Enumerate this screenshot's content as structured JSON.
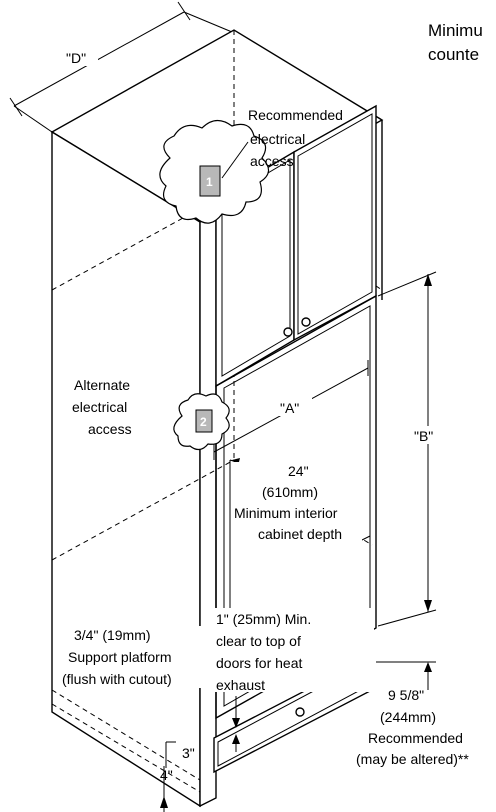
{
  "heading": {
    "line1": "Minimu",
    "line2": "counte"
  },
  "dimensions": {
    "D": "\"D\"",
    "A": "\"A\"",
    "B": "\"B\""
  },
  "callouts": {
    "recommended_electrical": [
      "Recommended",
      "electrical",
      "access"
    ],
    "alternate_electrical": [
      "Alternate",
      "electrical",
      "access"
    ],
    "interior_depth": [
      "24\"",
      "(610mm)",
      "Minimum interior",
      "cabinet depth"
    ],
    "support_platform": [
      "3/4\" (19mm)",
      "Support platform",
      "(flush with cutout)"
    ],
    "top_clearance": [
      "1\" (25mm) Min.",
      "clear to top of",
      "doors for heat",
      "exhaust"
    ],
    "recommended_height": [
      "9 5/8\"",
      "(244mm)",
      "Recommended",
      "(may be altered)**"
    ],
    "three_inch": "3\"",
    "four_inch": "4\""
  },
  "access_box_numbers": {
    "primary": "1",
    "alternate": "2"
  }
}
